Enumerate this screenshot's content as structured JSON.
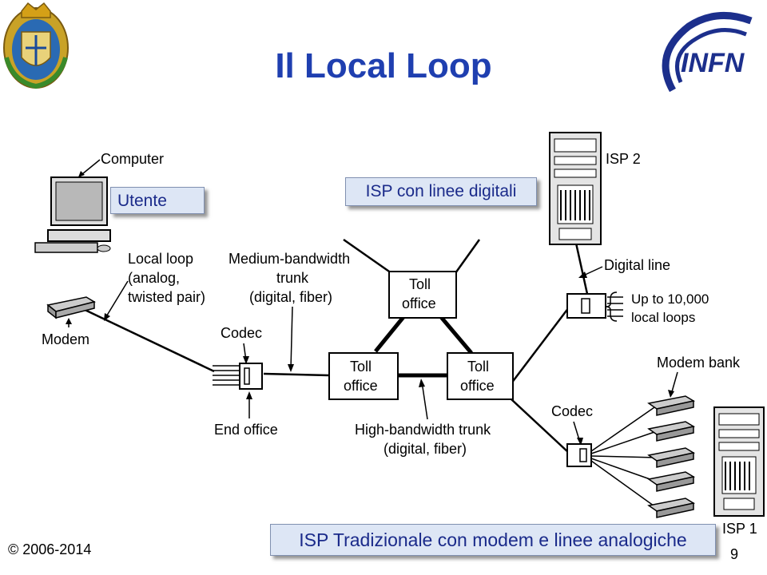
{
  "slide": {
    "title": "Il Local Loop",
    "footer_copyright": "© 2006-2014",
    "page_number": "9",
    "logo_right_text": "INFN"
  },
  "callouts": {
    "utente": "Utente",
    "isp_digital": "ISP con linee digitali",
    "isp_traditional": "ISP Tradizionale con modem e linee analogiche"
  },
  "diagram": {
    "computer": "Computer",
    "modem": "Modem",
    "local_loop": [
      "Local loop",
      "(analog,",
      "twisted pair)"
    ],
    "medium_trunk": [
      "Medium-bandwidth",
      "trunk",
      "(digital, fiber)"
    ],
    "codec_left": "Codec",
    "end_office": "End office",
    "toll_top": [
      "Toll",
      "office"
    ],
    "toll_left": [
      "Toll",
      "office"
    ],
    "toll_right": [
      "Toll",
      "office"
    ],
    "high_trunk": [
      "High-bandwidth trunk",
      "(digital, fiber)"
    ],
    "isp2": "ISP 2",
    "digital_line": "Digital line",
    "local_loops_note": [
      "Up to 10,000",
      "local loops"
    ],
    "modem_bank": "Modem bank",
    "codec_right": "Codec",
    "isp1": "ISP 1"
  },
  "colors": {
    "title": "#1f3fb0",
    "callout_bg": "#dde6f5",
    "callout_text": "#1a2a8a",
    "infn_blue": "#1c2f8c"
  }
}
